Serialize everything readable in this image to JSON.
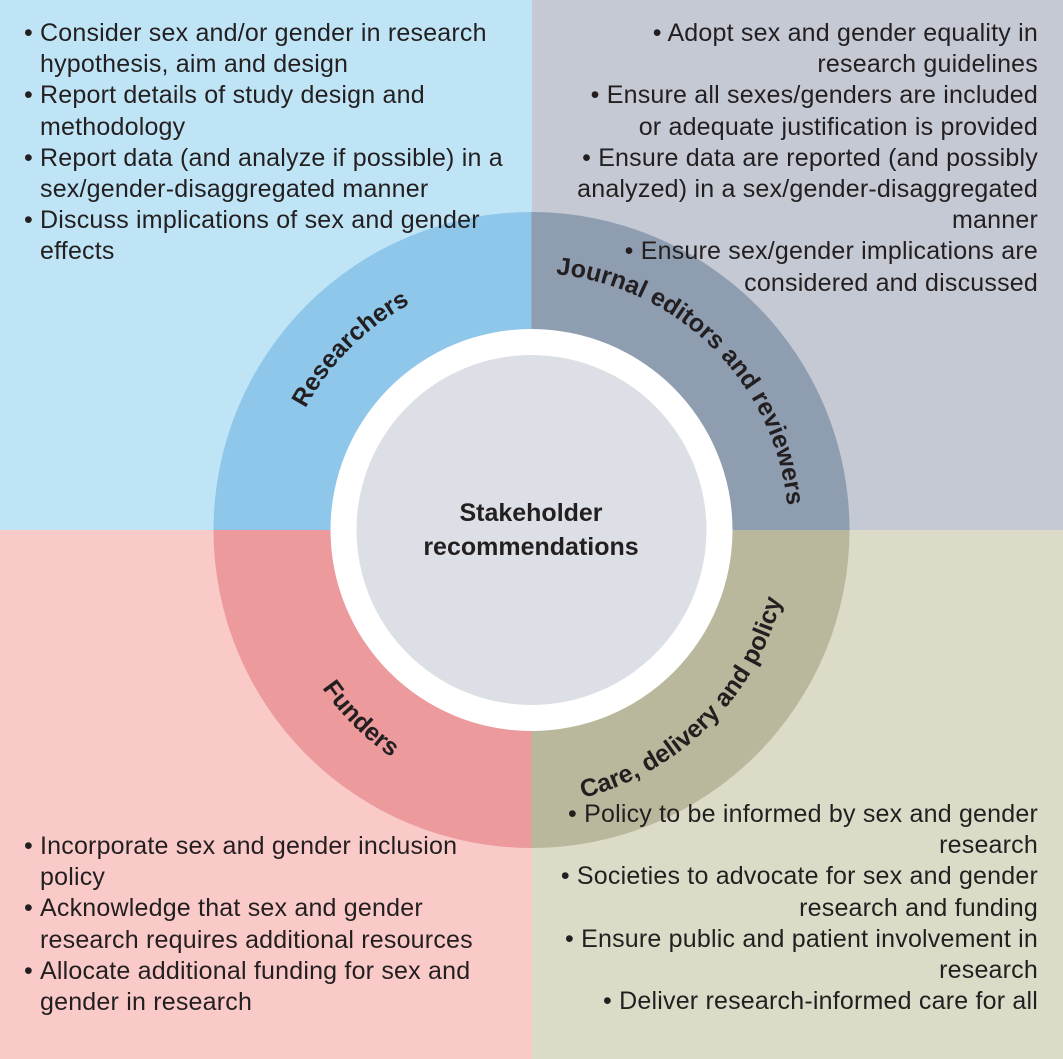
{
  "colors": {
    "researchers_bg": "#bfe4f6",
    "researchers_ring": "#8ec7ea",
    "journal_bg": "#c4c9d4",
    "journal_ring": "#8f9db1",
    "funders_bg": "#f9cac8",
    "funders_ring": "#ec9a9c",
    "care_bg": "#dbdbc7",
    "care_ring": "#b9b89c",
    "center_circle": "#dcdfe5",
    "center_border": "#ffffff"
  },
  "center": {
    "line1": "Stakeholder",
    "line2": "recommendations"
  },
  "stakeholders": {
    "researchers": {
      "label": "Researchers",
      "items": [
        "Consider sex and/or gender in research hypothesis, aim and design",
        "Report details of study design and methodology",
        "Report data (and analyze if possible) in a sex/gender-disaggregated manner",
        "Discuss implications of sex and gender effects"
      ]
    },
    "journal": {
      "label": "Journal editors and reviewers",
      "items": [
        "Adopt sex and gender equality in research guidelines",
        "Ensure all sexes/genders are included or adequate justification is provided",
        "Ensure data are reported (and possibly analyzed) in a sex/gender-disaggregated manner",
        "Ensure sex/gender implications are considered and discussed"
      ]
    },
    "funders": {
      "label": "Funders",
      "items": [
        "Incorporate sex and gender inclusion policy",
        "Acknowledge that sex and gender research requires additional resources",
        "Allocate additional funding for sex and gender in research"
      ]
    },
    "care": {
      "label": "Care, delivery and policy",
      "items": [
        "Policy to be informed by sex and gender research",
        "Societies to advocate for sex and gender research and funding",
        "Ensure public and patient involvement in research",
        "Deliver research-informed care for all"
      ]
    }
  }
}
